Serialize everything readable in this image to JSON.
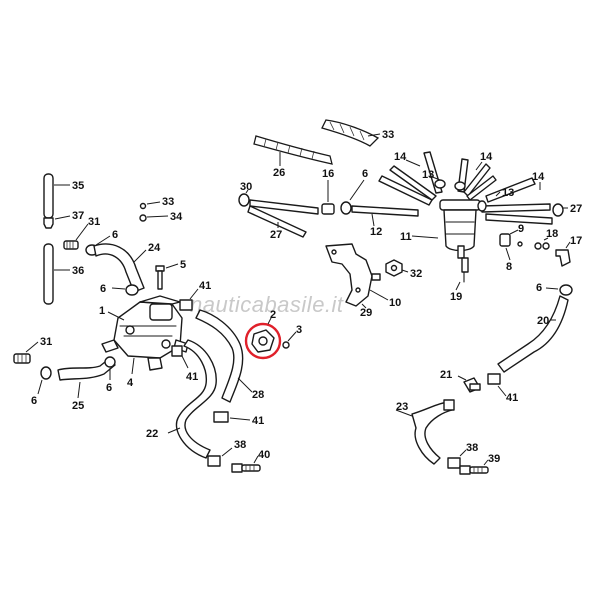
{
  "watermark": "nauticabasile.it",
  "highlight_color": "#e0202a",
  "labels": {
    "l35": "35",
    "l37": "37",
    "l31a": "31",
    "l36": "36",
    "l6a": "6",
    "l24": "24",
    "l33a": "33",
    "l34": "34",
    "l5": "5",
    "l6b": "6",
    "l41a": "41",
    "l1": "1",
    "l31b": "31",
    "l6c": "6",
    "l25": "25",
    "l4": "4",
    "l41b": "41",
    "l2": "2",
    "l3": "3",
    "l28": "28",
    "l22": "22",
    "l41c": "41",
    "l38a": "38",
    "l40": "40",
    "l33b": "33",
    "l26": "26",
    "l30": "30",
    "l16": "16",
    "l6d": "6",
    "l27a": "27",
    "l12": "12",
    "l14a": "14",
    "l14b": "14",
    "l13a": "13",
    "l13b": "13",
    "l14c": "14",
    "l27b": "27",
    "l11": "11",
    "l9": "9",
    "l18": "18",
    "l17": "17",
    "l8": "8",
    "l32": "32",
    "l10": "10",
    "l29": "29",
    "l19": "19",
    "l6e": "6",
    "l20": "20",
    "l21": "21",
    "l41d": "41",
    "l23": "23",
    "l38b": "38",
    "l39": "39"
  }
}
